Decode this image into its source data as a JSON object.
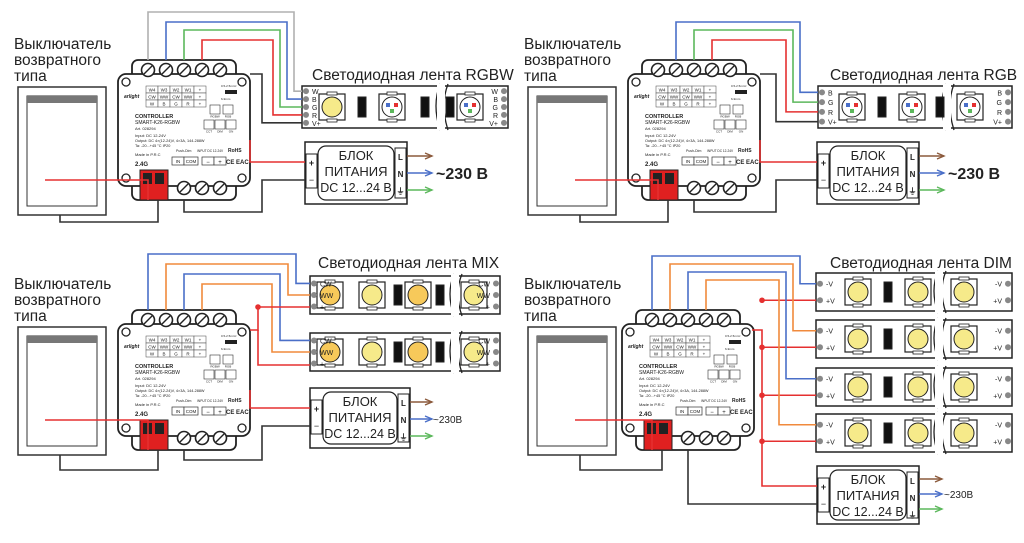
{
  "switch_label": [
    "Выключатель",
    "возвратного",
    "типа"
  ],
  "controller": {
    "brand": "arlight",
    "title": "CONTROLLER",
    "model": "SMART-K26-RGBW",
    "article": "Art. 028294",
    "input": "Input: DC 12-24V",
    "output": "Output: DC 4×(12-24)V, 4×3A, 144-288W",
    "ta": "Ta: -20...+45 °C   IP20",
    "made": "Made in P.R.C",
    "freq": "2.4G",
    "rohs": "RoHS",
    "ce": "CE EAC",
    "wire_size": "0.5-2.5mm²",
    "strip_len": "6-9mm",
    "terminal_rows": [
      [
        "W4",
        "W3",
        "W2",
        "W1",
        "+"
      ],
      [
        "CW",
        "WW",
        "CW",
        "WW",
        "+"
      ],
      [
        "W",
        "B",
        "G",
        "R",
        "+"
      ]
    ],
    "modes": [
      "RGBW",
      "RGB",
      "CCT",
      "DIM",
      "ON"
    ],
    "push_dim": "Push-Dim",
    "in": "IN",
    "com": "COM",
    "input_label": "INPUT DC 12-24V",
    "minus": "−",
    "plus": "+"
  },
  "psu": {
    "line1": "БЛОК",
    "line2": "ПИТАНИЯ",
    "line3": "DC 12...24 В",
    "terminals": [
      "L",
      "N",
      "⏚"
    ],
    "out_plus": "+",
    "out_minus": "−"
  },
  "mains_label_large": "~230 В",
  "mains_label_small": "~230В",
  "wire_colors": {
    "white": "#b0b0b0",
    "blue": "#4a6fc8",
    "green": "#5cb85c",
    "red": "#e53030",
    "orange": "#f08a3c",
    "black": "#333333",
    "brown": "#8b5a3c"
  },
  "panels": [
    {
      "strip_title": "Светодиодная лента RGBW",
      "pins": [
        "W",
        "B",
        "G",
        "R",
        "V+"
      ]
    },
    {
      "strip_title": "Светодиодная лента RGB",
      "pins": [
        "B",
        "G",
        "R",
        "V+"
      ]
    },
    {
      "strip_title": "Светодиодная лента MIX",
      "pins": [
        "CW",
        "WW",
        "+"
      ]
    },
    {
      "strip_title": "Светодиодная лента DIM",
      "pins": [
        "-V",
        "+V"
      ]
    }
  ]
}
